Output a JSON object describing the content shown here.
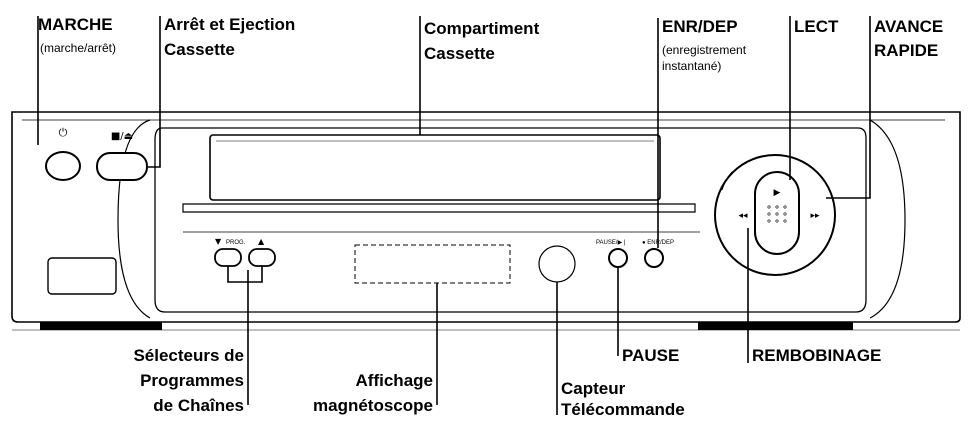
{
  "callouts": {
    "marche": {
      "title": "MARCHE",
      "sub": "(marche/arrêt)"
    },
    "arret": {
      "line1": "Arrêt et Ejection",
      "line2": "Cassette"
    },
    "compartiment": {
      "line1": "Compartiment",
      "line2": "Cassette"
    },
    "enr": {
      "title": "ENR/DEP",
      "sub1": "(enregistrement",
      "sub2": "instantané)"
    },
    "lect": {
      "title": "LECT"
    },
    "avance": {
      "line1": "AVANCE",
      "line2": "RAPIDE"
    },
    "selecteurs": {
      "line1": "Sélecteurs de",
      "line2": "Programmes",
      "line3": "de Chaînes"
    },
    "affichage": {
      "line1": "Affichage",
      "line2": "magnétoscope"
    },
    "capteur": {
      "line1": "Capteur",
      "line2": "Télécommande"
    },
    "pause": {
      "title": "PAUSE"
    },
    "rembobinage": {
      "title": "REMBOBINAGE"
    }
  },
  "panel": {
    "power_symbol": "⏻",
    "stop_eject_symbol": "■/⏏",
    "prog_label": "PROG.",
    "prog_down": "▼",
    "prog_up": "▲",
    "pause_label": "PAUSE/▶❘",
    "enr_label": "● ENR/DEP",
    "play_symbol": "▶",
    "ff_symbol": "▸▸",
    "rew_symbol": "◂◂"
  }
}
